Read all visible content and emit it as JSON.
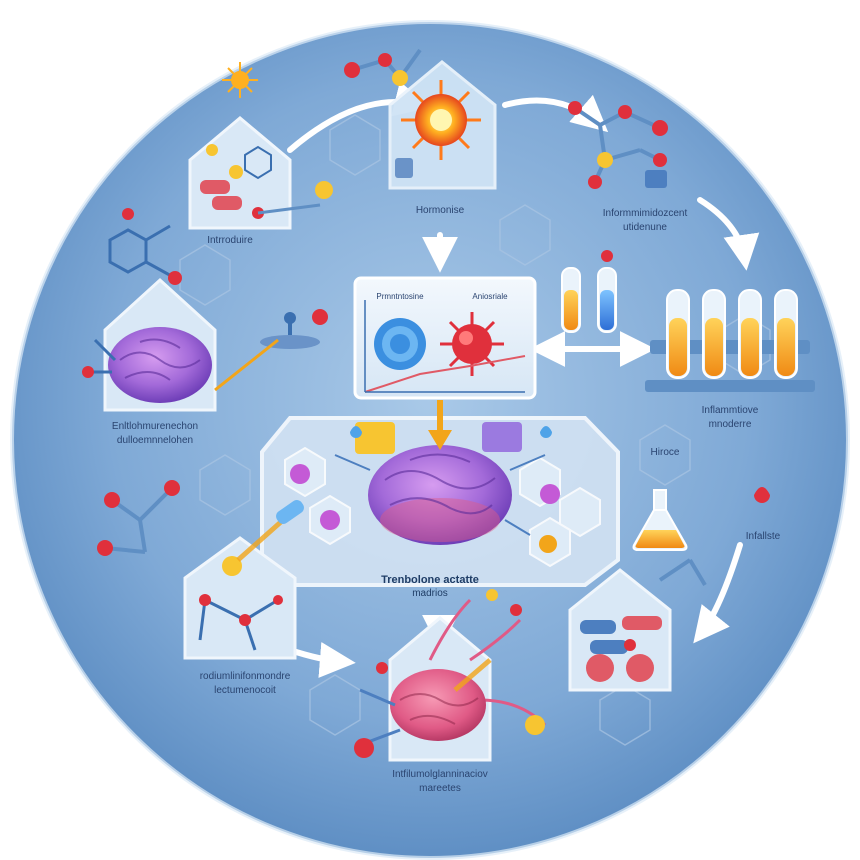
{
  "labels": {
    "top": "Hormonise",
    "top_left": "Intrroduire",
    "top_right": {
      "line1": "Informmimidozcent",
      "line2": "utidenune"
    },
    "chart_left": "Prmntntosine",
    "chart_right": "Aniosriale",
    "right": {
      "line1": "Inflammtiove",
      "line2": "mnoderre"
    },
    "left": {
      "line1": "Enltlohmurenechon",
      "line2": "dulloemnnelohen"
    },
    "center_right": "Hiroce",
    "far_right": "Infallste",
    "center": {
      "line1": "Trenbolone actatte",
      "line2": "madrios"
    },
    "bottom_left": {
      "line1": "rodiumlinifonmondre",
      "line2": "lectumenocoit"
    },
    "bottom": {
      "line1": "Intfilumolglanninaciov",
      "line2": "mareetes"
    }
  },
  "icons": [
    "brain-icon",
    "sun-icon",
    "molecule-icon",
    "test-tube-icon",
    "flask-icon",
    "cell-icon",
    "blood-drop-icon",
    "microscope-icon",
    "arrow-icon"
  ],
  "colors": {
    "circle": "#7ea9d6",
    "circle_edge": "#5f8fc4",
    "panel": "#eaf3fb",
    "brain": "#9a5fd6",
    "brain_pink": "#e05a86",
    "accent_orange": "#f2a51a",
    "molecule_red": "#e0303c",
    "yellow": "#f7c531"
  }
}
